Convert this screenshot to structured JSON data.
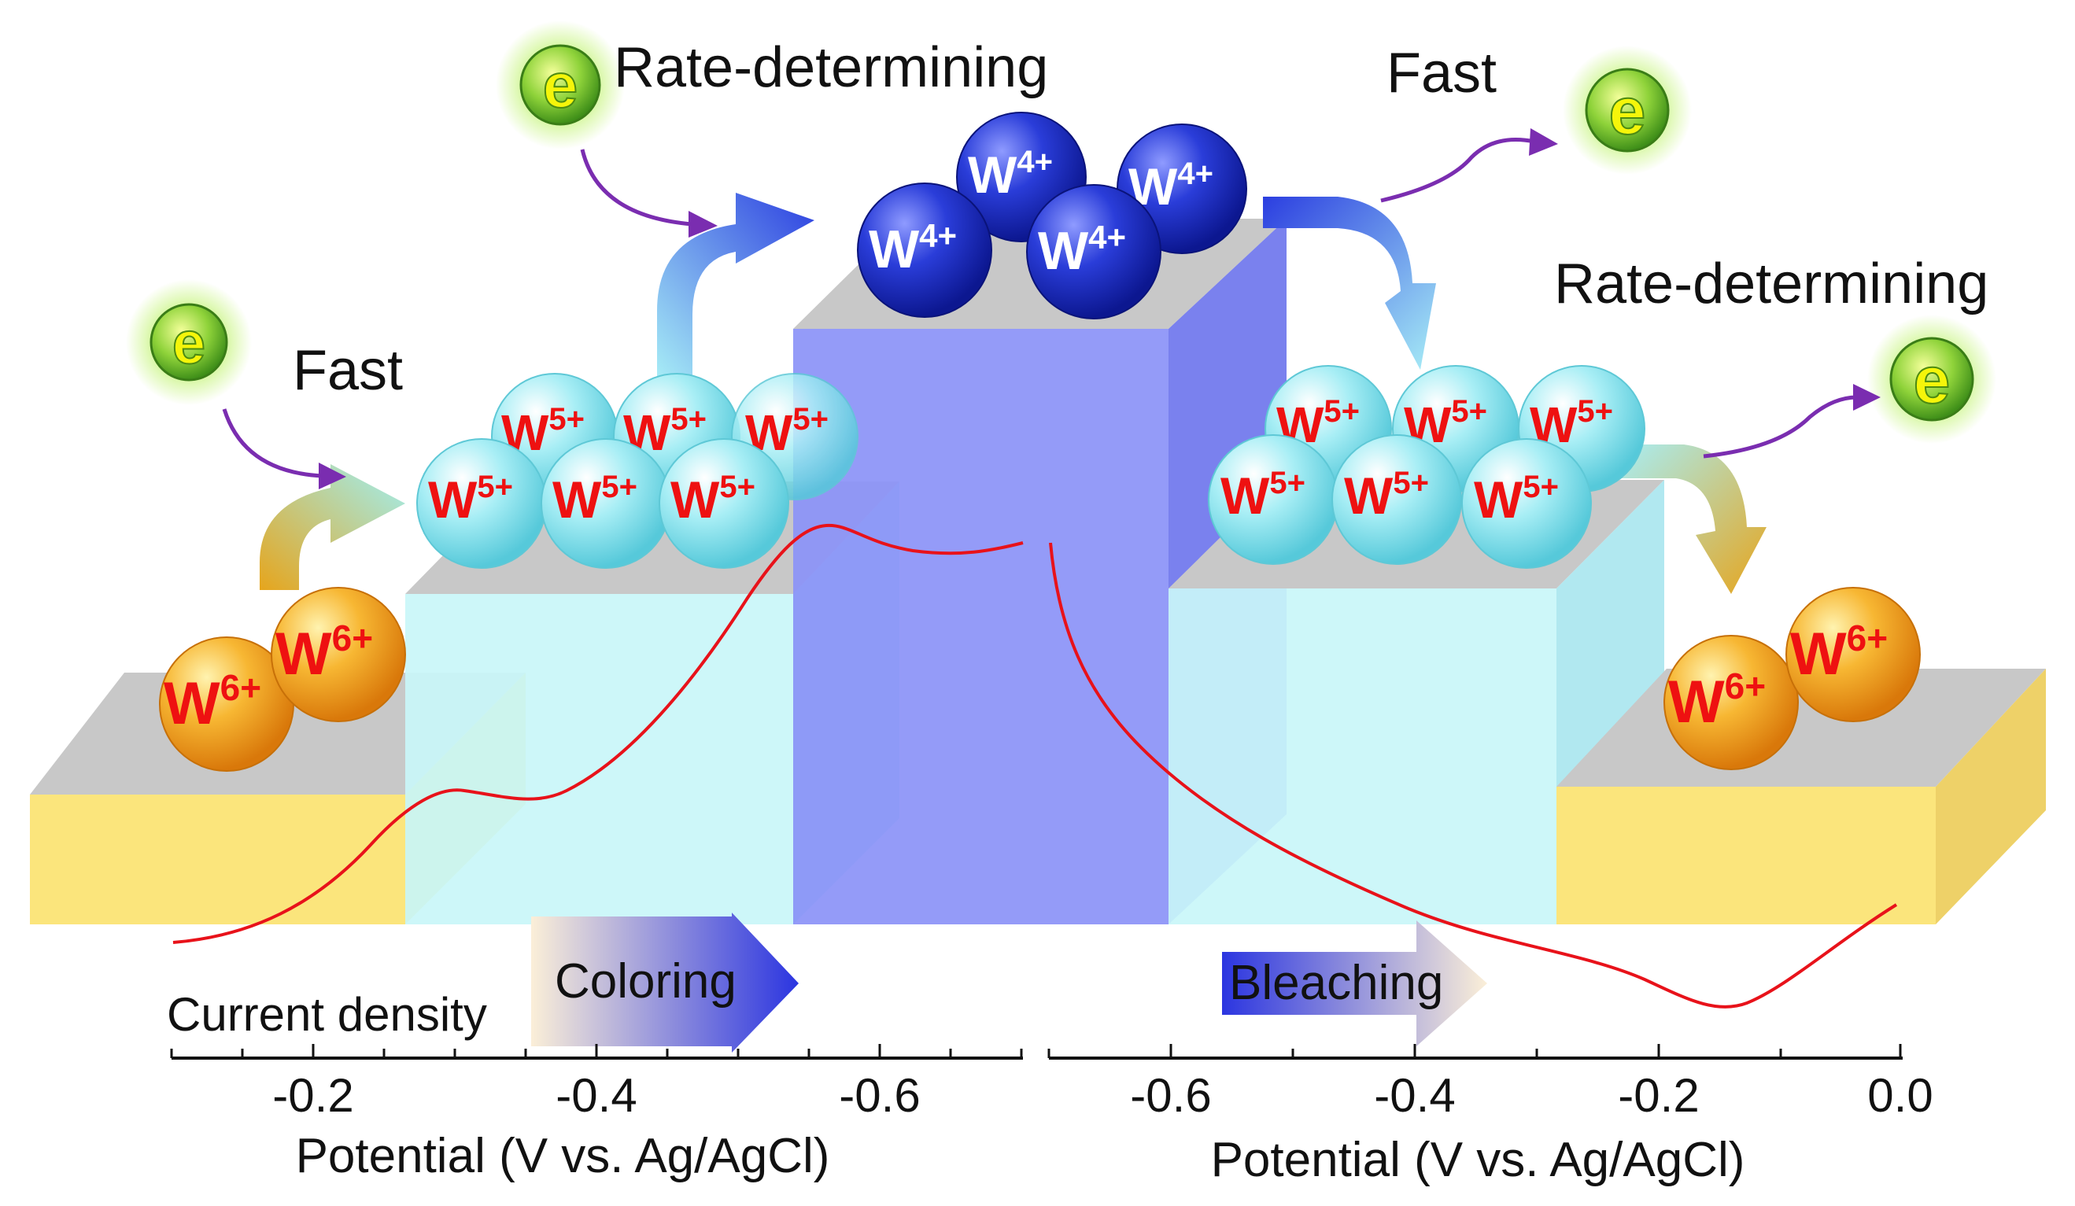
{
  "labels": {
    "fast_left": "Fast",
    "rate_top": "Rate-determining",
    "fast_right": "Fast",
    "rate_right": "Rate-determining",
    "coloring": "Coloring",
    "bleaching": "Bleaching",
    "current_density": "Current density"
  },
  "electron_symbol": "e",
  "ions": {
    "w6_base": "W",
    "w6_charge": "6+",
    "w5_base": "W",
    "w5_charge": "5+",
    "w4_base": "W",
    "w4_charge": "4+"
  },
  "axes": {
    "left": {
      "label": "Potential (V vs. Ag/AgCl)",
      "ticks": [
        "-0.2",
        "-0.4",
        "-0.6"
      ]
    },
    "right": {
      "label": "Potential (V vs. Ag/AgCl)",
      "ticks": [
        "-0.6",
        "-0.4",
        "-0.2",
        "0.0"
      ]
    }
  },
  "colors": {
    "w6": "#f5a623",
    "w5": "#8fe3ef",
    "w4": "#2233cc",
    "curve": "#e8121a",
    "electron_glow": "#b6f07a",
    "step_yellow": "#fbe57c",
    "step_cyan": "#c9f6f8",
    "step_blue": "#7f88f5"
  }
}
